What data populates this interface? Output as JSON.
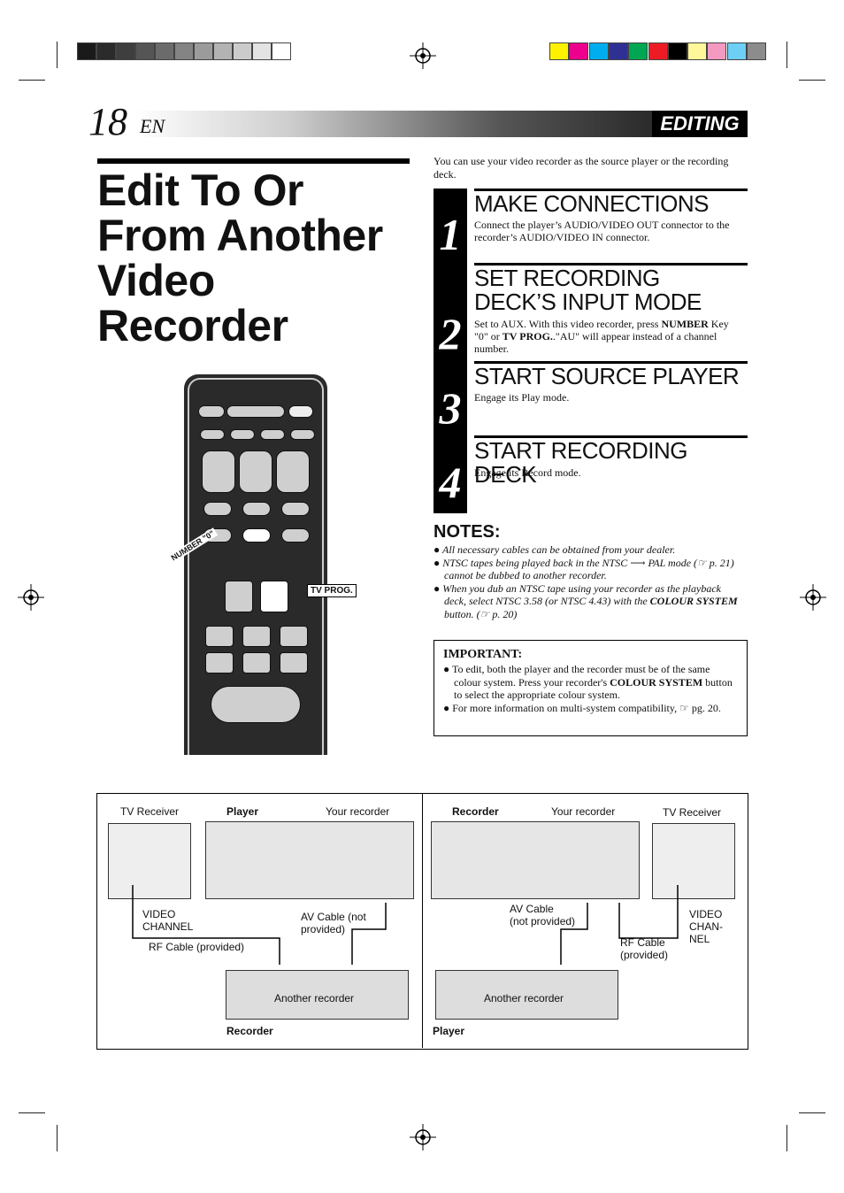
{
  "header": {
    "page_number": "18",
    "lang": "EN",
    "section": "EDITING"
  },
  "title": "Edit To Or From Another Video Recorder",
  "intro": "You can use your video recorder as the source player or the recording deck.",
  "steps": [
    {
      "number": "1",
      "heading": "MAKE CONNECTIONS",
      "text": "Connect the player’s AUDIO/VIDEO OUT connector to the recorder’s AUDIO/VIDEO IN connector."
    },
    {
      "number": "2",
      "heading": "SET RECORDING DECK’S INPUT MODE",
      "text_pre": "Set to AUX. With this video recorder, press ",
      "bold1": "NUMBER",
      "text_mid": " Key \"0\" or ",
      "bold2": "TV PROG.",
      "text_post": ".\"AU\" will appear instead of a channel number."
    },
    {
      "number": "3",
      "heading": "START SOURCE PLAYER",
      "text": "Engage its Play mode."
    },
    {
      "number": "4",
      "heading": "START RECORDING DECK",
      "text": "Engage its Record mode."
    }
  ],
  "notes": {
    "heading": "NOTES:",
    "n1": "All necessary cables can be obtained from your dealer.",
    "n2_pre": "NTSC tapes being played back in the NTSC ",
    "n2_post": " PAL mode (☞ p. 21) cannot be dubbed to another recorder.",
    "n3_pre": "When you dub an NTSC tape using your recorder as the playback deck, select NTSC 3.58 (or NTSC 4.43) with the ",
    "n3_bold": "COLOUR SYSTEM",
    "n3_post": " button. (☞ p. 20)"
  },
  "important": {
    "heading": "IMPORTANT:",
    "i1_pre": "To edit, both the player and the recorder must be of the same colour system. Press your recorder's ",
    "i1_bold": "COLOUR SYSTEM",
    "i1_post": " button to select the appropriate colour system.",
    "i2": "For more information on multi-system compatibility, ☞ pg. 20."
  },
  "remote_labels": {
    "number0": "NUMBER \"0\"",
    "tvprog": "TV PROG."
  },
  "diagram_left": {
    "tv_receiver": "TV Receiver",
    "player": "Player",
    "your_recorder": "Your recorder",
    "video_channel": "VIDEO\nCHANNEL",
    "av_cable": "AV Cable (not\nprovided)",
    "rf_cable": "RF Cable (provided)",
    "another_recorder": "Another recorder",
    "recorder": "Recorder"
  },
  "diagram_right": {
    "recorder": "Recorder",
    "your_recorder": "Your recorder",
    "tv_receiver": "TV Receiver",
    "av_cable": "AV Cable\n(not provided)",
    "video_channel": "VIDEO\nCHAN-\nNEL",
    "rf_cable": "RF Cable\n(provided)",
    "another_recorder": "Another recorder",
    "player": "Player"
  },
  "swatch_colors": {
    "grays": [
      "#1a1a1a",
      "#2b2b2b",
      "#3e3e3e",
      "#555555",
      "#6b6b6b",
      "#838383",
      "#9b9b9b",
      "#b3b3b3",
      "#cbcbcb",
      "#e3e3e3",
      "#ffffff"
    ],
    "colors": [
      "#fff200",
      "#ec008c",
      "#00aeef",
      "#2e3192",
      "#00a651",
      "#ed1c24",
      "#000000",
      "#fff799",
      "#f49ac1",
      "#6dcff6",
      "#8c8c8c"
    ]
  }
}
